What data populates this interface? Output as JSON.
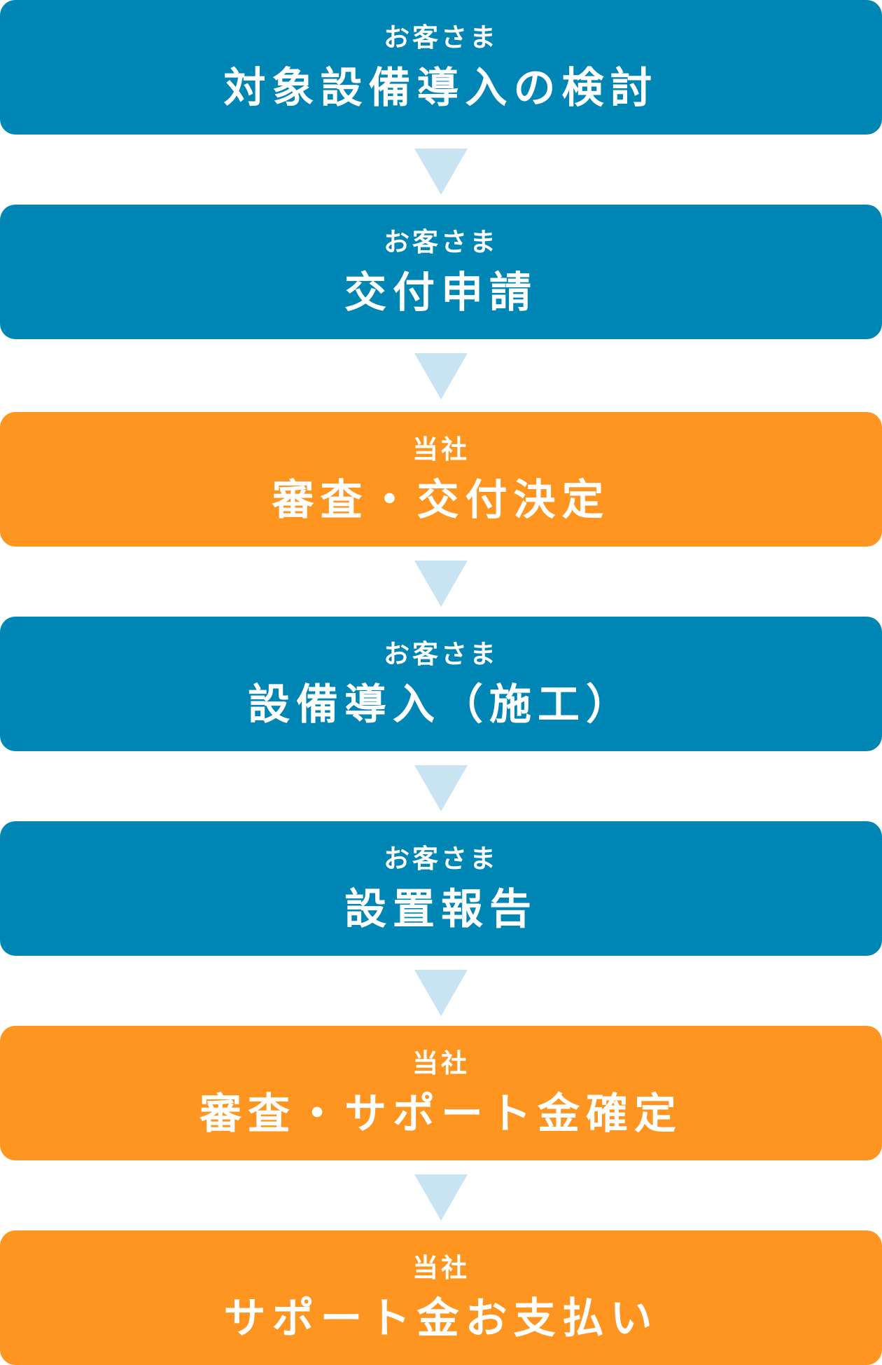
{
  "colors": {
    "customer": "#0086b4",
    "company": "#ff9521",
    "arrow": "#c8e4f3",
    "text": "#ffffff"
  },
  "steps": [
    {
      "actor": "お客さま",
      "title": "対象設備導入の検討",
      "owner": "customer"
    },
    {
      "actor": "お客さま",
      "title": "交付申請",
      "owner": "customer"
    },
    {
      "actor": "当社",
      "title": "審査・交付決定",
      "owner": "company"
    },
    {
      "actor": "お客さま",
      "title": "設備導入（施工）",
      "owner": "customer"
    },
    {
      "actor": "お客さま",
      "title": "設置報告",
      "owner": "customer"
    },
    {
      "actor": "当社",
      "title": "審査・サポート金確定",
      "owner": "company"
    },
    {
      "actor": "当社",
      "title": "サポート金お支払い",
      "owner": "company"
    }
  ],
  "arrow_icon": "down-triangle-icon"
}
